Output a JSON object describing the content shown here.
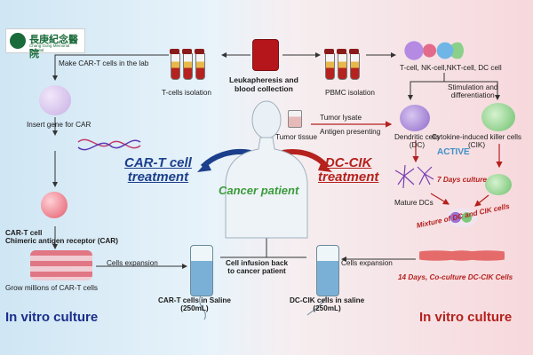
{
  "logo": {
    "cn": "長庚紀念醫院",
    "en": "Chang Gung Memorial Hospital"
  },
  "labels": {
    "make_cart": "Make CAR-T cells in the lab",
    "tcell_isolation": "T-cells isolation",
    "leuk": "Leukapheresis and\nblood collection",
    "pbmc": "PBMC isolation",
    "cell_types": "T-cell, NK-cell,NKT-cell, DC cell",
    "stim": "Stimulation and\ndifferentiation",
    "insert_gene": "Insert gene for CAR",
    "tumor_lysate": "Tumor lysate",
    "antigen_pres": "Antigen presenting",
    "tumor_tissue": "Tumor tissue",
    "dc_cells": "Dendritic cells\n(DC)",
    "cik_cells": "Cytokine-induced killer cells\n(CIK)",
    "active": "ACTIVE",
    "cart_treatment": "CAR-T cell\ntreatment",
    "dccik_treatment": "DC-CIK\ntreatment",
    "cancer_patient": "Cancer patient",
    "seven_days": "7 Days culture",
    "mature_dcs": "Mature DCs",
    "car_t_cell": "CAR-T cell\nChimeric antigen receptor (CAR)",
    "mixture": "Mixture of DC and CIK cells",
    "cells_expansion_left": "Cells expansion",
    "cell_infusion": "Cell infusion back\nto cancer patient",
    "cells_expansion_right": "Cells expansion",
    "fourteen_days": "14 Days, Co-culture DC-CIK Cells",
    "grow_millions": "Grow millions of CAR-T cells",
    "cart_saline": "CAR-T cells in Saline\n(250mL)",
    "dccik_saline": "DC-CIK cells in saline\n(250mL)",
    "in_vitro_left": "In vitro culture",
    "in_vitro_right": "In vitro culture"
  },
  "colors": {
    "cart_title": "#1c3f8c",
    "dccik_title": "#b5211d",
    "cancer_patient": "#3a9b3a",
    "in_vitro_left": "#1c2f8c",
    "in_vitro_right": "#b5211d",
    "active": "#3f8fc8",
    "days": "#b5211d"
  }
}
